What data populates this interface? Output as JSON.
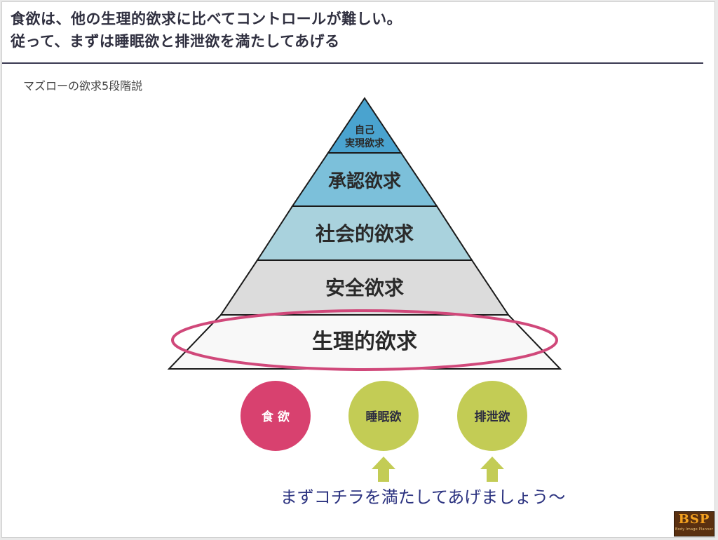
{
  "title_line1": "食欲は、他の生理的欲求に比べてコントロールが難しい。",
  "title_line2": "従って、まずは睡眠欲と排泄欲を満たしてあげる",
  "subtitle": "マズローの欲求5段階説",
  "pyramid": {
    "top_line1": "自己",
    "top_line2": "実現欲求",
    "level4": "承認欲求",
    "level3": "社会的欲求",
    "level2": "安全欲求",
    "level1": "生理的欲求",
    "colors": {
      "top": "#4aa3cf",
      "level4": "#7cc0da",
      "level3": "#a9d2dd",
      "level2": "#dcdcdc",
      "level1": "#f8f8f8",
      "highlight_ellipse": "#d0487a"
    }
  },
  "circles": [
    {
      "label": "食 欲",
      "color": "#d8416f",
      "text_color": "#ffffff"
    },
    {
      "label": "睡眠欲",
      "color": "#c3cc55",
      "text_color": "#2c2c40"
    },
    {
      "label": "排泄欲",
      "color": "#c3cc55",
      "text_color": "#2c2c40"
    }
  ],
  "arrow_color": "#c3cc55",
  "cta": "まずコチラを満たしてあげましょう〜",
  "logo": {
    "mark": "BSP",
    "sub": "Body Image Planner"
  }
}
